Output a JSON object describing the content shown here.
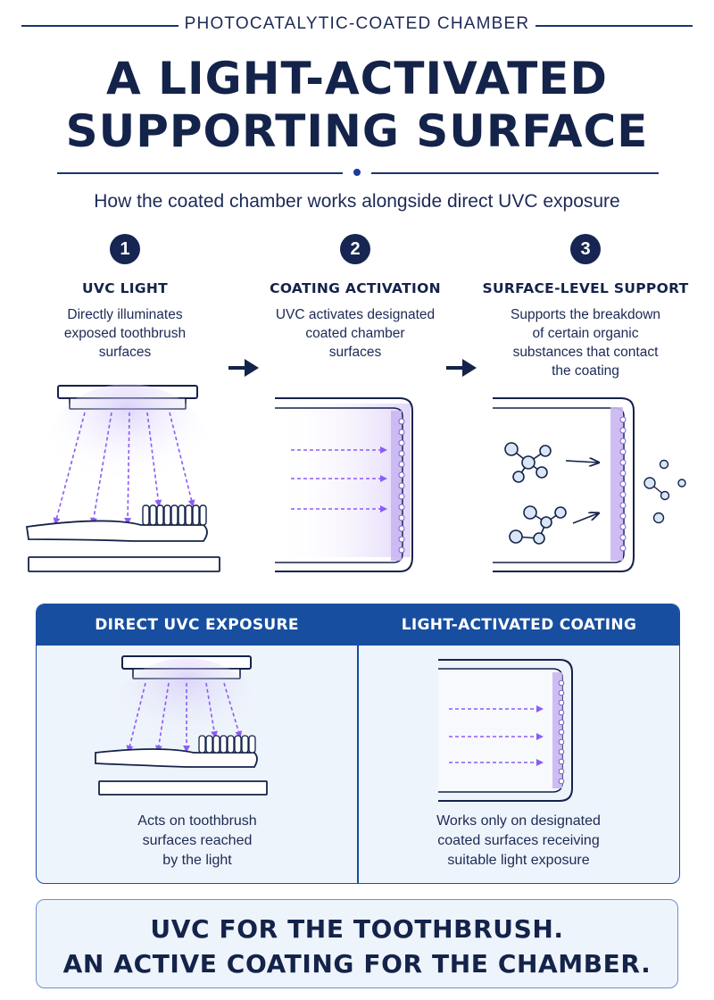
{
  "header": {
    "eyebrow": "PHOTOCATALYTIC-COATED CHAMBER",
    "title_line1": "A LIGHT-ACTIVATED",
    "title_line2": "SUPPORTING SURFACE",
    "subtitle": "How the coated chamber works alongside direct UVC exposure"
  },
  "steps": [
    {
      "number": "1",
      "title": "UVC LIGHT",
      "desc_lines": [
        "Directly illuminates",
        "exposed toothbrush",
        "surfaces"
      ],
      "illustration": "uv-lamp-over-toothbrush"
    },
    {
      "number": "2",
      "title": "COATING ACTIVATION",
      "desc_lines": [
        "UVC activates designated",
        "coated chamber",
        "surfaces"
      ],
      "illustration": "light-hitting-coated-wall"
    },
    {
      "number": "3",
      "title": "SURFACE-LEVEL SUPPORT",
      "desc_lines": [
        "Supports the breakdown",
        "of certain organic",
        "substances that contact",
        "the coating"
      ],
      "illustration": "molecules-breaking-down"
    }
  ],
  "comparison": {
    "left": {
      "heading": "DIRECT UVC EXPOSURE",
      "desc_lines": [
        "Acts on toothbrush",
        "surfaces reached",
        "by the light"
      ]
    },
    "right": {
      "heading": "LIGHT-ACTIVATED COATING",
      "desc_lines": [
        "Works only on designated",
        "coated surfaces receiving",
        "suitable light exposure"
      ]
    }
  },
  "footer": {
    "line1": "UVC FOR THE TOOTHBRUSH.",
    "line2": "AN ACTIVE COATING FOR THE CHAMBER."
  },
  "colors": {
    "navy": "#14234a",
    "accent_blue": "#174ea0",
    "uv_purple": "#8b5cf6",
    "coating_lavender": "#c9b6f2",
    "panel_bg": "#eef4fb"
  }
}
